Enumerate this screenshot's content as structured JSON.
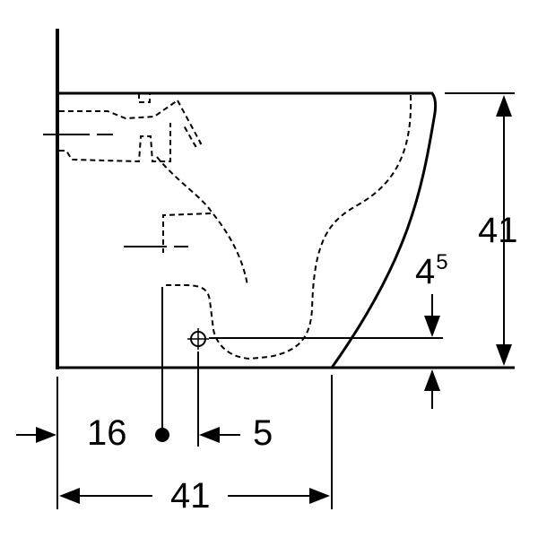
{
  "colors": {
    "line": "#000000",
    "background": "#ffffff"
  },
  "dimensions": {
    "height": {
      "label": "41"
    },
    "outlet_height": {
      "label": "4",
      "superscript": "5"
    },
    "depth": {
      "label": "41"
    },
    "drain_offset": {
      "label": "16"
    },
    "drain_diameter": {
      "label": "5"
    }
  }
}
